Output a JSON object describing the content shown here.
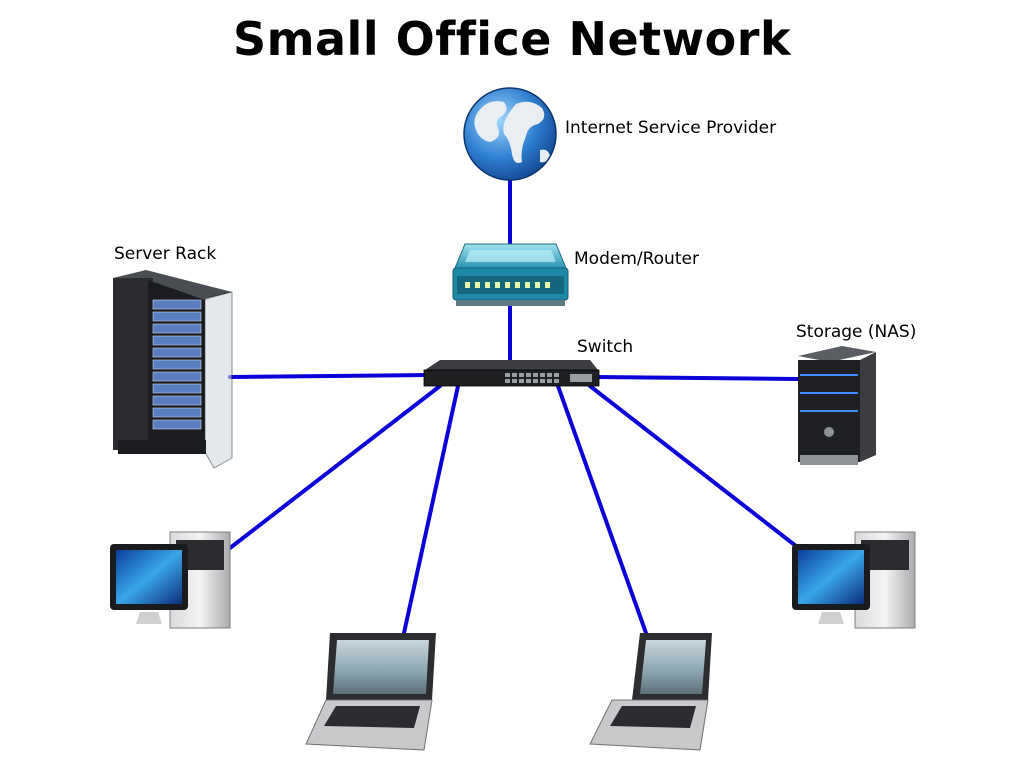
{
  "title": "Small Office Network",
  "colors": {
    "link": "#0a00d8",
    "background": "#ffffff"
  },
  "nodes": [
    {
      "id": "isp",
      "label": "Internet Service Provider",
      "icon": "globe-icon"
    },
    {
      "id": "router",
      "label": "Modem/Router",
      "icon": "router-icon"
    },
    {
      "id": "switch",
      "label": "Switch",
      "icon": "switch-icon"
    },
    {
      "id": "server",
      "label": "Server Rack",
      "icon": "server-rack-icon"
    },
    {
      "id": "nas",
      "label": "Storage (NAS)",
      "icon": "nas-icon"
    },
    {
      "id": "pc-left",
      "label": "",
      "icon": "desktop-computer-icon"
    },
    {
      "id": "laptop-left",
      "label": "",
      "icon": "laptop-icon"
    },
    {
      "id": "laptop-right",
      "label": "",
      "icon": "laptop-icon"
    },
    {
      "id": "pc-right",
      "label": "",
      "icon": "desktop-computer-icon"
    }
  ],
  "links": [
    {
      "from": "isp",
      "to": "router"
    },
    {
      "from": "router",
      "to": "switch"
    },
    {
      "from": "switch",
      "to": "server"
    },
    {
      "from": "switch",
      "to": "nas"
    },
    {
      "from": "switch",
      "to": "pc-left"
    },
    {
      "from": "switch",
      "to": "laptop-left"
    },
    {
      "from": "switch",
      "to": "laptop-right"
    },
    {
      "from": "switch",
      "to": "pc-right"
    }
  ]
}
